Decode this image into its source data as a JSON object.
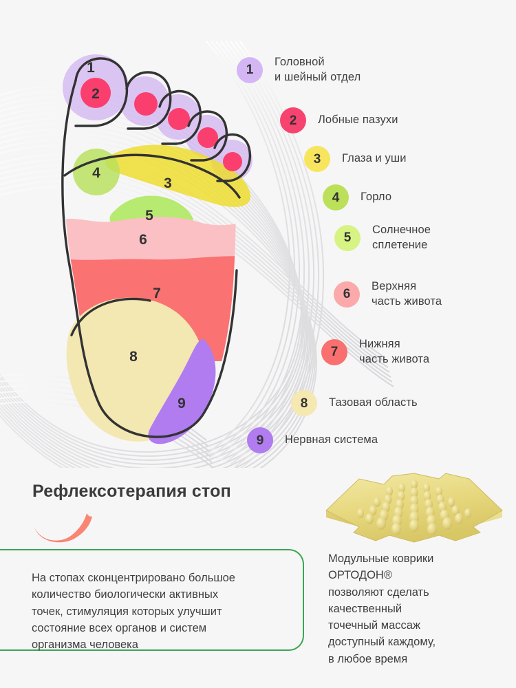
{
  "page": {
    "background_color": "#f7f6f6",
    "text_color": "#3f3f3f"
  },
  "diagram": {
    "title": "foot-reflexology-map",
    "outline_color": "#333333",
    "zone_numbers": [
      "1",
      "2",
      "3",
      "4",
      "5",
      "6",
      "7",
      "8",
      "9"
    ],
    "zones": [
      {
        "number": "1",
        "color": "#c9a6f0",
        "name": "toe-pads-head-neck"
      },
      {
        "number": "2",
        "color": "#fa3f6e",
        "name": "toe-tips-frontal-sinus"
      },
      {
        "number": "3",
        "color": "#f2e33f",
        "name": "ball-eyes-ears"
      },
      {
        "number": "4",
        "color": "#b7e05a",
        "name": "throat-spot"
      },
      {
        "number": "5",
        "color": "#aae858",
        "name": "solar-plexus"
      },
      {
        "number": "6",
        "color": "#fbc0c4",
        "name": "upper-abdomen"
      },
      {
        "number": "7",
        "color": "#fa7272",
        "name": "lower-abdomen"
      },
      {
        "number": "8",
        "color": "#f3e7b2",
        "name": "pelvic-area"
      },
      {
        "number": "9",
        "color": "#b07cf0",
        "name": "nervous-system"
      }
    ]
  },
  "legend": {
    "items": [
      {
        "number": "1",
        "label": "Головной\nи шейный отдел",
        "color": "#d4b6f5"
      },
      {
        "number": "2",
        "label": "Лобные пазухи",
        "color": "#f7436f"
      },
      {
        "number": "3",
        "label": "Глаза и уши",
        "color": "#f7e55e"
      },
      {
        "number": "4",
        "label": "Горло",
        "color": "#bde05a"
      },
      {
        "number": "5",
        "label": "Солнечное\nсплетение",
        "color": "#d6f384"
      },
      {
        "number": "6",
        "label": "Верхняя\nчасть живота",
        "color": "#fba9ab"
      },
      {
        "number": "7",
        "label": "Нижняя\nчасть живота",
        "color": "#fa6f6f"
      },
      {
        "number": "8",
        "label": "Тазовая область",
        "color": "#f5e8b0"
      },
      {
        "number": "9",
        "label": "Нервная система",
        "color": "#b07cf0"
      }
    ]
  },
  "bottom_left": {
    "title": "Рефлексотерапия стоп",
    "swoosh_color": "#f98573",
    "bracket_color": "#3aa655",
    "paragraph": "На стопах сконцентрировано большое\nколичество биологически активных\nточек, стимуляция которых улучшит\nсостояние всех органов и систем\nорганизма человека"
  },
  "bottom_right": {
    "image_name": "ortodon-massage-mat",
    "image_color": "#ece08a",
    "paragraph": "Модульные коврики\nОРТОДОН®\nпозволяют сделать\nкачественный\nточечный массаж\nдоступный каждому,\nв любое время"
  }
}
